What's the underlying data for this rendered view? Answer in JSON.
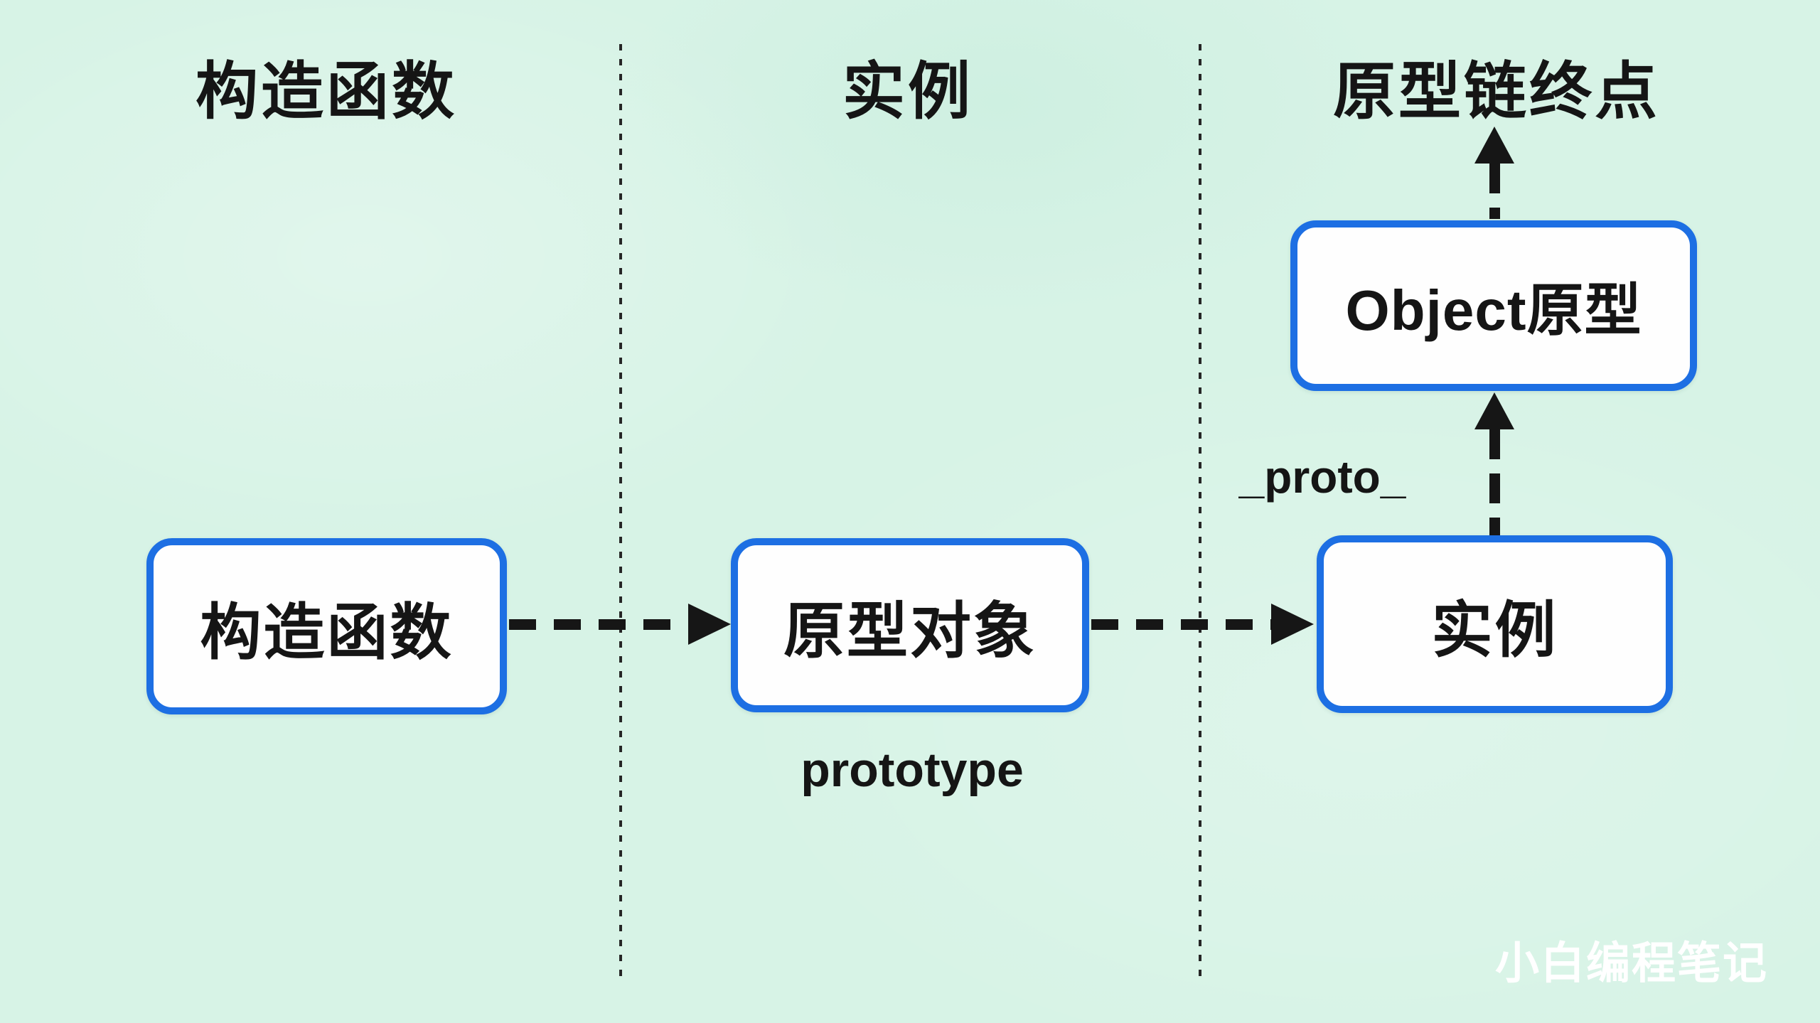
{
  "colors": {
    "background": "#d7f3e6",
    "box_border": "#1d6fe3",
    "box_fill": "#fefefe",
    "line": "#161616",
    "text": "#151515",
    "watermark": "#ffffff"
  },
  "columns": [
    {
      "id": "constructor",
      "label": "构造函数"
    },
    {
      "id": "instance",
      "label": "实例"
    },
    {
      "id": "prototype-chain-end",
      "label": "原型链终点"
    }
  ],
  "nodes": {
    "constructor": {
      "label": "构造函数"
    },
    "prototype_object": {
      "label": "原型对象"
    },
    "instance": {
      "label": "实例"
    },
    "object_prototype": {
      "label": "Object原型"
    }
  },
  "edges": {
    "prototype_label": "prototype",
    "proto_label": "_proto_"
  },
  "watermark": {
    "text": "小白编程笔记"
  }
}
